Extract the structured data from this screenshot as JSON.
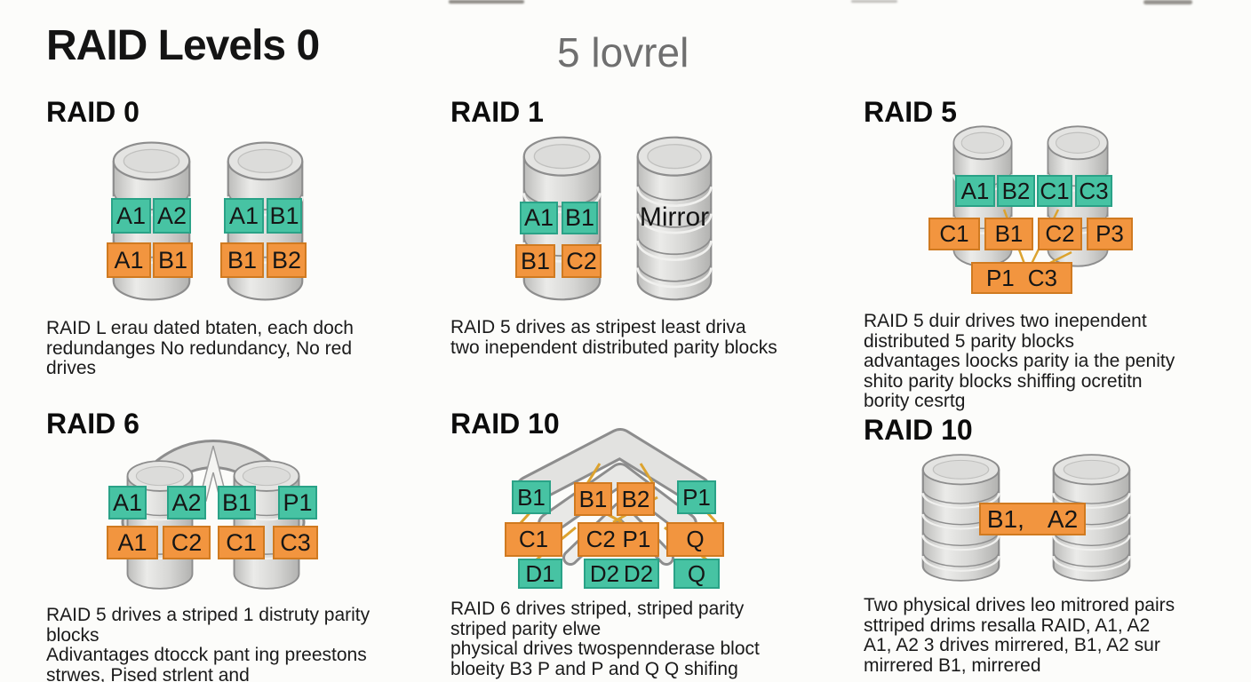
{
  "header": {
    "title": "RAID Levels 0",
    "subtitle": "5 lovrel"
  },
  "panels": [
    {
      "heading": "RAID 0",
      "teal": [
        "A1",
        "A2",
        "A1",
        "B1"
      ],
      "orange": [
        "A1",
        "B1",
        "B1",
        "B2"
      ],
      "desc": [
        "RAID L erau dated btaten, each doch",
        "redundanges No redundancy, No red",
        "drives"
      ]
    },
    {
      "heading": "RAID 1",
      "teal": [
        "A1",
        "B1"
      ],
      "orange": [
        "B1",
        "C2"
      ],
      "mirror_label": "Mirror",
      "desc": [
        "RAID 5 drives as stripest least driva",
        "two inependent distributed parity blocks"
      ]
    },
    {
      "heading": "RAID 5",
      "teal": [
        "A1",
        "B2",
        "C1",
        "C3"
      ],
      "orange": [
        "C1",
        "B1",
        "C2",
        "P3"
      ],
      "parity": [
        "P1",
        "C3"
      ],
      "desc": [
        "RAID 5 duir drives two inependent",
        "distributed 5 parity blocks",
        "advantages loocks parity ia the penity",
        "shito parity blocks shiffing ocretitn",
        "bority cesrtg"
      ]
    },
    {
      "heading": "RAID 6",
      "teal": [
        "A1",
        "A2",
        "B1",
        "P1"
      ],
      "orange": [
        "A1",
        "C2",
        "C1",
        "C3"
      ],
      "desc": [
        "RAID 5 drives a striped 1 distruty parity",
        "blocks",
        "Adivantages dtocck pant ing preestons",
        "strwes, Pised strlent and"
      ]
    },
    {
      "heading": "RAID 10",
      "row1": [
        "B1",
        "B1",
        "B2",
        "P1"
      ],
      "row2": [
        "C1",
        "C2",
        "P1",
        "Q"
      ],
      "row3": [
        "D1",
        "D2",
        "D2",
        "Q"
      ],
      "desc": [
        "RAID 6 drives striped, striped parity",
        "striped parity elwe",
        "physical drives twospennderase bloct",
        "bloeity B3 P and P and Q Q shifing"
      ]
    },
    {
      "heading": "RAID 10",
      "bar": [
        "B1,",
        "A2"
      ],
      "desc": [
        "Two physical drives leo mitrored pairs",
        "sttriped drims resalla RAID, A1, A2",
        "A1, A2 3 drives mirrered, B1, A2 sur",
        "mirrered B1, mirrered"
      ]
    }
  ],
  "colors": {
    "teal": "#47c3a3",
    "teal_border": "#2aa287",
    "orange": "#f2953f",
    "orange_border": "#d07a20",
    "cylinder": "#d8d8d6",
    "connector_line": "#dca32f"
  }
}
